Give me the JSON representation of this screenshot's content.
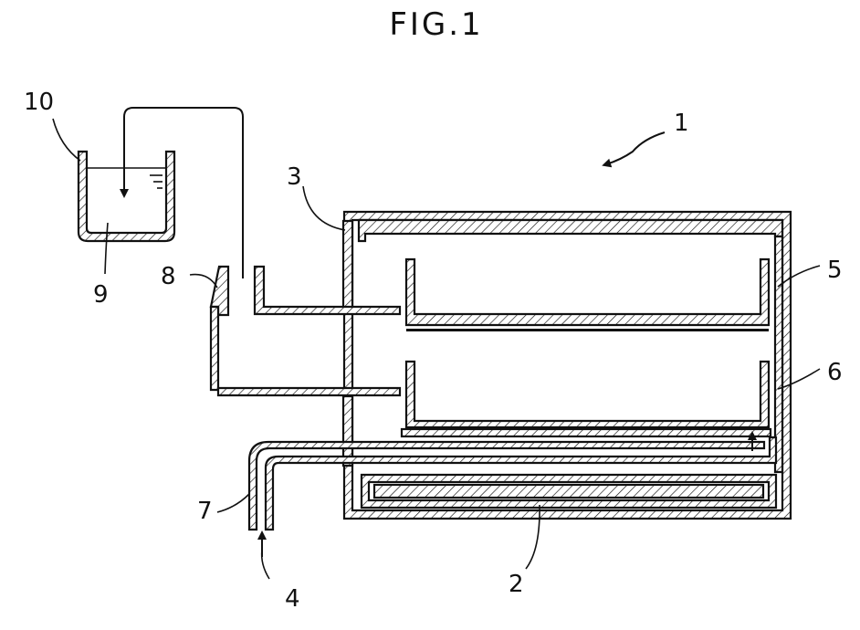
{
  "figure": {
    "title": "FIG.1",
    "labels": {
      "ref_1": "1",
      "ref_2": "2",
      "ref_3": "3",
      "ref_4": "4",
      "ref_5": "5",
      "ref_6": "6",
      "ref_7": "7",
      "ref_8": "8",
      "ref_9": "9",
      "ref_10": "10"
    }
  }
}
